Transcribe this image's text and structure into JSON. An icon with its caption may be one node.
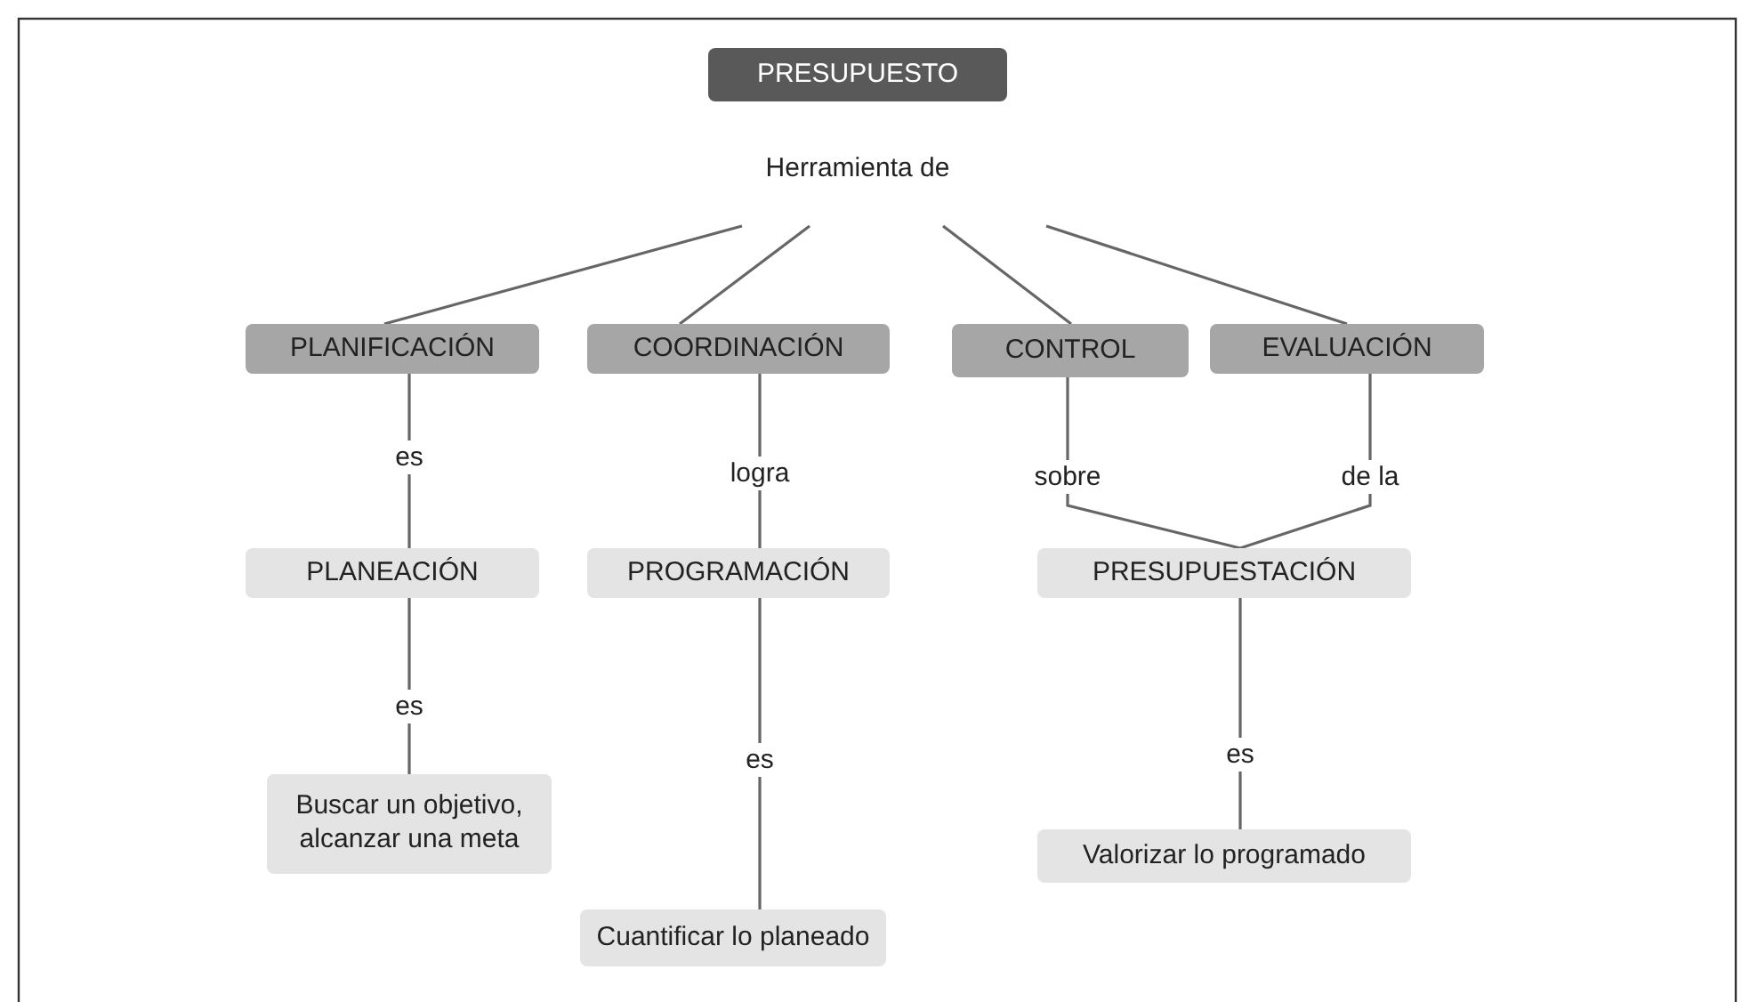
{
  "diagram": {
    "nodes": [
      {
        "text": [
          "PRESUPUESTO"
        ]
      },
      {
        "text": [
          "Herramienta de"
        ]
      },
      {
        "text": [
          "PLANIFICACIÓN"
        ]
      },
      {
        "text": [
          "COORDINACIÓN"
        ]
      },
      {
        "text": [
          "CONTROL"
        ]
      },
      {
        "text": [
          "EVALUACIÓN"
        ]
      },
      {
        "text": [
          "PLANEACIÓN"
        ]
      },
      {
        "text": [
          "PROGRAMACIÓN"
        ]
      },
      {
        "text": [
          "PRESUPUESTACIÓN"
        ]
      },
      {
        "text": [
          "Buscar un objetivo, alcanzar una meta"
        ]
      },
      {
        "text": [
          "Cuantificar lo planeado"
        ]
      },
      {
        "text": [
          "Valorizar lo programado"
        ]
      }
    ],
    "edges": [
      {
        "from": 1,
        "to": 2,
        "arrow": "none"
      },
      {
        "from": 1,
        "to": 3,
        "arrow": "none"
      },
      {
        "from": 1,
        "to": 4,
        "arrow": "none"
      },
      {
        "from": 1,
        "to": 5,
        "arrow": "none"
      },
      {
        "from": 2,
        "to": 6,
        "label": "es",
        "arrow": "none"
      },
      {
        "from": 3,
        "to": 7,
        "label": "logra",
        "arrow": "none"
      },
      {
        "from": 4,
        "to": 8,
        "label": "sobre",
        "arrow": "none"
      },
      {
        "from": 5,
        "to": 8,
        "label": "de la",
        "arrow": "none"
      },
      {
        "from": 6,
        "to": 9,
        "label": "es",
        "arrow": "none"
      },
      {
        "from": 7,
        "to": 10,
        "label": "es",
        "arrow": "none"
      },
      {
        "from": 8,
        "to": 11,
        "label": "es",
        "arrow": "none"
      }
    ]
  }
}
